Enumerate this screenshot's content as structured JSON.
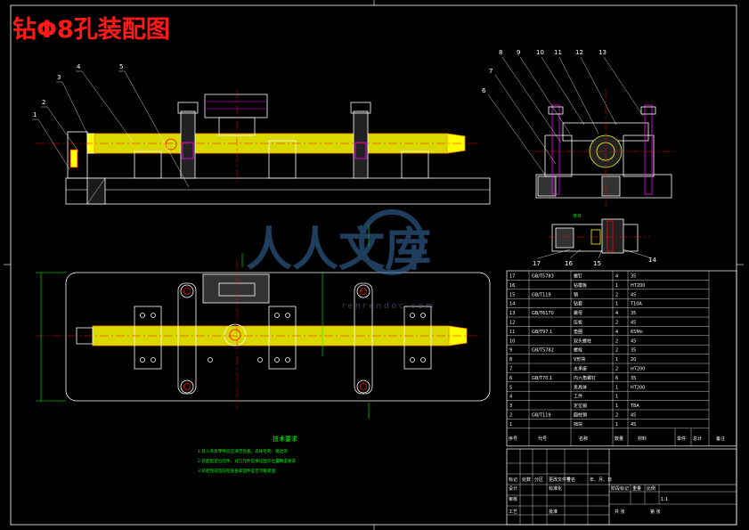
{
  "title": "钻Φ8孔装配图",
  "watermark": {
    "brand": "人人文库",
    "url": "r e n r e n d o c . c o m"
  },
  "front_view_labels": [
    "1",
    "2",
    "3",
    "4",
    "5"
  ],
  "side_view_labels": [
    "6",
    "7",
    "8",
    "9",
    "10",
    "11",
    "12",
    "13"
  ],
  "detail_labels": [
    "17",
    "16",
    "15",
    "14"
  ],
  "tech_notes": {
    "heading": "技术要求",
    "lines": [
      "1.装入夹具零件前应清洁检查，去除毛刺、锐边等",
      "2.装配后定位元件、对刀元件应保证图示位置精度要求",
      "3.装配完成后应检查各紧固件是否可靠紧固"
    ]
  },
  "bom": {
    "header": [
      "序号",
      "代号",
      "名称",
      "数量",
      "材料",
      "单件",
      "总计",
      "备注"
    ],
    "rows": [
      [
        "17",
        "GB/T5783",
        "螺钉",
        "4",
        "35"
      ],
      [
        "16",
        "",
        "钻模板",
        "1",
        "HT200"
      ],
      [
        "15",
        "GB/T119",
        "销",
        "2",
        "45"
      ],
      [
        "14",
        "",
        "钻套",
        "1",
        "T10A"
      ],
      [
        "13",
        "GB/T6170",
        "螺母",
        "4",
        "35"
      ],
      [
        "12",
        "",
        "压板",
        "2",
        "45"
      ],
      [
        "11",
        "GB/T97.1",
        "垫圈",
        "4",
        "65Mn"
      ],
      [
        "10",
        "",
        "双头螺柱",
        "2",
        "45"
      ],
      [
        "9",
        "GB/T5782",
        "螺栓",
        "2",
        "35"
      ],
      [
        "8",
        "",
        "V形块",
        "1",
        "20"
      ],
      [
        "7",
        "",
        "支承座",
        "2",
        "HT200"
      ],
      [
        "6",
        "GB/T70.1",
        "内六角螺钉",
        "6",
        "35"
      ],
      [
        "5",
        "",
        "夹具体",
        "1",
        "HT200"
      ],
      [
        "4",
        "",
        "工件",
        "1",
        ""
      ],
      [
        "3",
        "",
        "定位销",
        "1",
        "T8A"
      ],
      [
        "2",
        "GB/T119",
        "圆柱销",
        "2",
        "45"
      ],
      [
        "1",
        "",
        "挡块",
        "1",
        "45"
      ]
    ]
  },
  "title_block": {
    "row1": [
      "标记",
      "处数",
      "分区",
      "更改文件号",
      "签名",
      "年、月、日"
    ],
    "row2": [
      "设计",
      "",
      "标准化",
      "",
      "阶段标记",
      "重量",
      "比例"
    ],
    "row3": [
      "审核",
      "",
      "",
      "",
      "",
      "",
      "1:1"
    ],
    "row4": [
      "工艺",
      "",
      "批准",
      "",
      "共 张",
      "第 张"
    ]
  }
}
